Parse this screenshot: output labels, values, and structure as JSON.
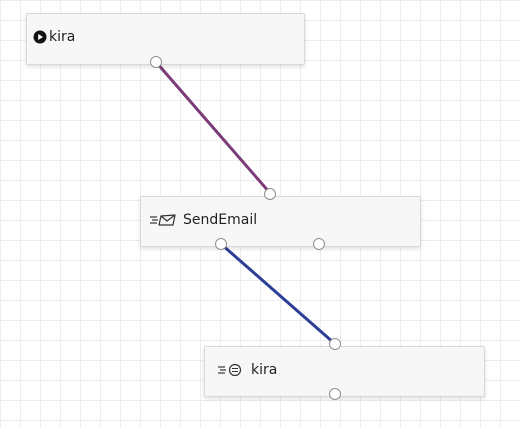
{
  "canvas": {
    "grid_color": "#ededed",
    "background": "#ffffff"
  },
  "nodes": [
    {
      "id": "start",
      "title": "kira",
      "icon": "play-circle-icon"
    },
    {
      "id": "sendemail",
      "title": "SendEmail",
      "icon": "send-email-icon"
    },
    {
      "id": "end",
      "title": "kira",
      "icon": "end-email-icon"
    }
  ],
  "edges": [
    {
      "from": "start.output",
      "to": "sendemail.input",
      "color": "#7b3a78"
    },
    {
      "from": "sendemail.output-left",
      "to": "end.input",
      "color": "#2c3e96"
    }
  ]
}
